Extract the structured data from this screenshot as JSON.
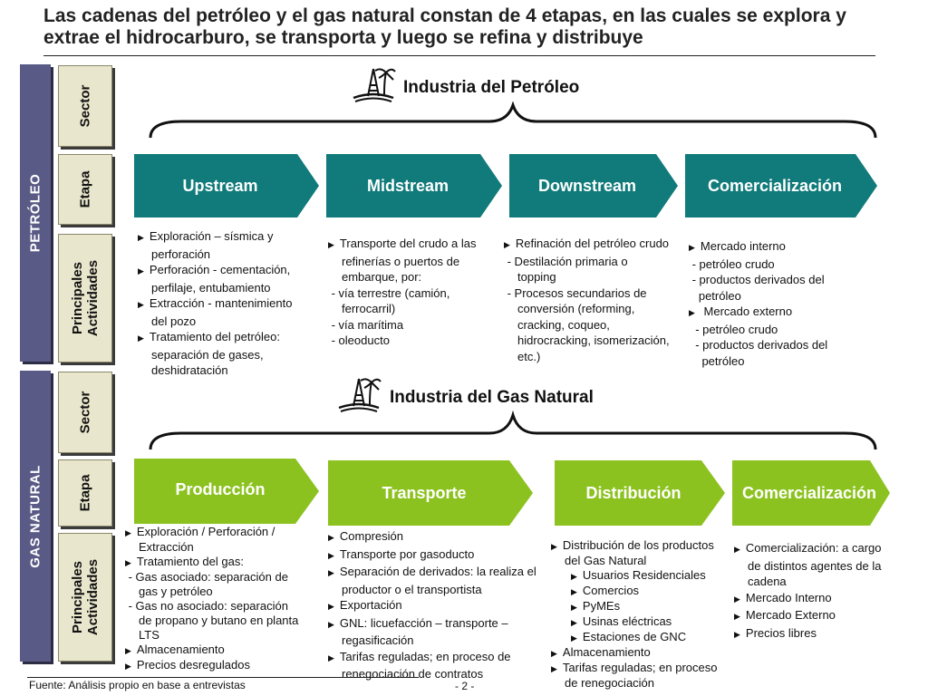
{
  "title": "Las cadenas del petróleo y el gas natural constan de 4 etapas, en las cuales se explora y extrae el hidrocarburo, se transporta y luego se refina y distribuye",
  "colors": {
    "petroleo_arrow": "#117a7a",
    "gas_arrow": "#8cc21f",
    "side_bar": "#5a5a86",
    "row_box": "#e8e6cc"
  },
  "petroleo": {
    "side_label": "PETRÓLEO",
    "rows": {
      "sector": "Sector",
      "etapa": "Etapa",
      "actividades_1": "Principales",
      "actividades_2": "Actividades"
    },
    "industry_icon": "oil-derrick-palm-icon",
    "industry": "Industria del Petróleo",
    "stages": [
      "Upstream",
      "Midstream",
      "Downstream",
      "Comercialización"
    ],
    "activities": [
      [
        {
          "bullet": true,
          "text": "Exploración – sísmica y"
        },
        {
          "bullet": false,
          "text": "perforación"
        },
        {
          "bullet": true,
          "text": "Perforación - cementación,"
        },
        {
          "bullet": false,
          "text": "perfilaje, entubamiento"
        },
        {
          "bullet": true,
          "text": "Extracción - mantenimiento"
        },
        {
          "bullet": false,
          "text": "del pozo"
        },
        {
          "bullet": true,
          "text": "Tratamiento del petróleo:"
        },
        {
          "bullet": false,
          "text": "separación de gases,"
        },
        {
          "bullet": false,
          "text": "deshidratación"
        }
      ],
      [
        {
          "bullet": true,
          "text": "Transporte del crudo a las"
        },
        {
          "bullet": false,
          "text": "refinerías o puertos de"
        },
        {
          "bullet": false,
          "text": "embarque, por:"
        },
        {
          "bullet": false,
          "text": " - vía terrestre (camión,"
        },
        {
          "bullet": false,
          "text": "ferrocarril)"
        },
        {
          "bullet": false,
          "text": " - vía marítima"
        },
        {
          "bullet": false,
          "text": " - oleoducto"
        }
      ],
      [
        {
          "bullet": true,
          "text": "Refinación del petróleo crudo"
        },
        {
          "bullet": false,
          "text": " - Destilación primaria o"
        },
        {
          "bullet": false,
          "text": "topping"
        },
        {
          "bullet": false,
          "text": " - Procesos secundarios de"
        },
        {
          "bullet": false,
          "text": "conversión (reforming,"
        },
        {
          "bullet": false,
          "text": "cracking, coqueo,"
        },
        {
          "bullet": false,
          "text": "hidrocracking, isomerización,"
        },
        {
          "bullet": false,
          "text": "etc.)"
        }
      ],
      [
        {
          "bullet": true,
          "text": "Mercado interno"
        },
        {
          "bullet": false,
          "text": " - petróleo crudo"
        },
        {
          "bullet": false,
          "text": " - productos derivados del"
        },
        {
          "bullet": false,
          "text": "   petróleo"
        },
        {
          "bullet": true,
          "text": " Mercado externo"
        },
        {
          "bullet": false,
          "text": "  - petróleo crudo"
        },
        {
          "bullet": false,
          "text": "  - productos derivados del"
        },
        {
          "bullet": false,
          "text": "    petróleo"
        }
      ]
    ]
  },
  "gas": {
    "side_label": "GAS NATURAL",
    "rows": {
      "sector": "Sector",
      "etapa": "Etapa",
      "actividades_1": "Principales",
      "actividades_2": "Actividades"
    },
    "industry_icon": "gas-derrick-palm-icon",
    "industry": "Industria del Gas Natural",
    "stages": [
      "Producción",
      "Transporte",
      "Distribución",
      "Comercialización"
    ],
    "activities": [
      [
        {
          "bullet": true,
          "text": "Exploración / Perforación /"
        },
        {
          "bullet": false,
          "text": "Extracción"
        },
        {
          "bullet": true,
          "text": "Tratamiento del gas:"
        },
        {
          "bullet": false,
          "text": " - Gas asociado: separación de"
        },
        {
          "bullet": false,
          "text": "gas y petróleo"
        },
        {
          "bullet": false,
          "text": " - Gas no asociado: separación"
        },
        {
          "bullet": false,
          "text": "de propano y butano en planta"
        },
        {
          "bullet": false,
          "text": "LTS"
        },
        {
          "bullet": true,
          "text": "Almacenamiento"
        },
        {
          "bullet": true,
          "text": "Precios desregulados"
        }
      ],
      [
        {
          "bullet": true,
          "text": "Compresión"
        },
        {
          "bullet": true,
          "text": "Transporte por gasoducto"
        },
        {
          "bullet": true,
          "text": "Separación de derivados: la realiza el"
        },
        {
          "bullet": false,
          "text": "productor o el transportista"
        },
        {
          "bullet": true,
          "text": "Exportación"
        },
        {
          "bullet": true,
          "text": "GNL: licuefacción – transporte –"
        },
        {
          "bullet": false,
          "text": "regasificación"
        },
        {
          "bullet": true,
          "text": "Tarifas reguladas; en proceso de"
        },
        {
          "bullet": false,
          "text": "renegociación de contratos"
        }
      ],
      [
        {
          "bullet": true,
          "text": "Distribución de los productos"
        },
        {
          "bullet": false,
          "text": "del Gas Natural"
        },
        {
          "bullet": true,
          "text": "Usuarios Residenciales",
          "indent": true
        },
        {
          "bullet": true,
          "text": "Comercios",
          "indent": true
        },
        {
          "bullet": true,
          "text": "PyMEs",
          "indent": true
        },
        {
          "bullet": true,
          "text": "Usinas eléctricas",
          "indent": true
        },
        {
          "bullet": true,
          "text": "Estaciones de GNC",
          "indent": true
        },
        {
          "bullet": true,
          "text": "Almacenamiento"
        },
        {
          "bullet": true,
          "text": "Tarifas reguladas; en proceso"
        },
        {
          "bullet": false,
          "text": "de renegociación"
        }
      ],
      [
        {
          "bullet": true,
          "text": "Comercialización: a cargo"
        },
        {
          "bullet": false,
          "text": "de distintos agentes de la"
        },
        {
          "bullet": false,
          "text": "cadena"
        },
        {
          "bullet": true,
          "text": "Mercado Interno"
        },
        {
          "bullet": true,
          "text": "Mercado Externo"
        },
        {
          "bullet": true,
          "text": "Precios libres"
        }
      ]
    ]
  },
  "footer": {
    "source": "Fuente: Análisis propio en base a entrevistas",
    "page": "- 2 -"
  }
}
